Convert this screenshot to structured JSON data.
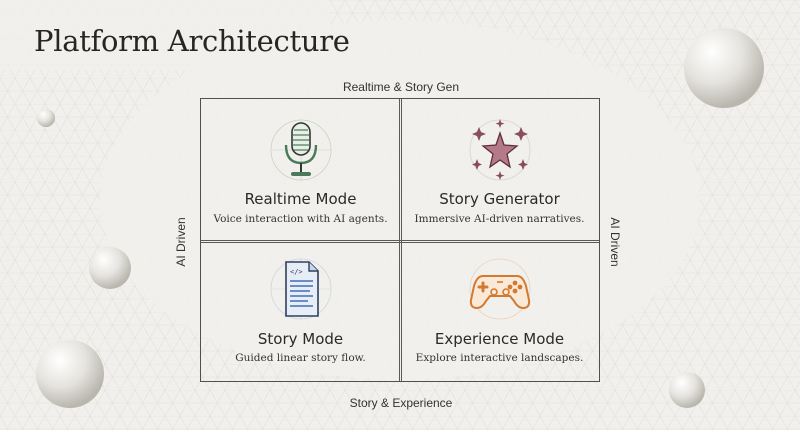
{
  "title": "Platform Architecture",
  "axes": {
    "top": "Realtime & Story Gen",
    "bottom": "Story & Experience",
    "left": "AI Driven",
    "right": "AI Driven"
  },
  "cells": [
    {
      "label": "Realtime Mode",
      "description": "Voice interaction with AI agents.",
      "icon": "microphone-icon",
      "color": "#4a7a5a"
    },
    {
      "label": "Story Generator",
      "description": "Immersive AI-driven narratives.",
      "icon": "sparkles-icon",
      "color": "#8a4b5c"
    },
    {
      "label": "Story Mode",
      "description": "Guided linear story flow.",
      "icon": "document-icon",
      "color": "#3f6fb3"
    },
    {
      "label": "Experience Mode",
      "description": "Explore interactive landscapes.",
      "icon": "gamepad-icon",
      "color": "#d27a32"
    }
  ],
  "colors": {
    "background": "#f1f0ec",
    "border": "#505050"
  }
}
